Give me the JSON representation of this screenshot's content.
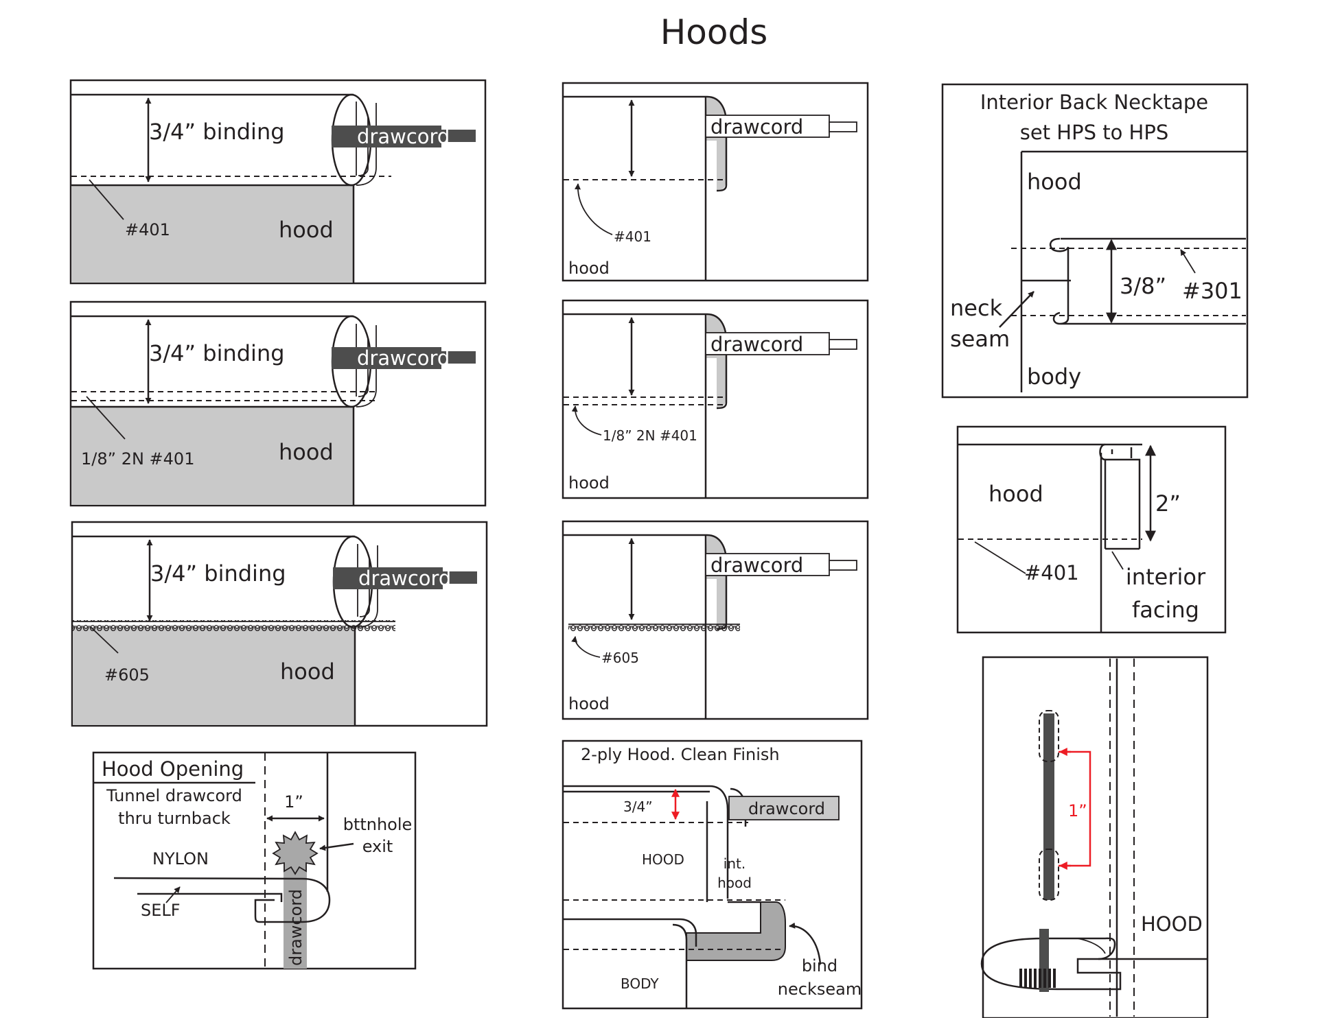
{
  "title": "Hoods",
  "col1": {
    "p1": {
      "binding": "3/4” binding",
      "drawcord": "drawcord",
      "stitch": "#401",
      "hood": "hood"
    },
    "p2": {
      "binding": "3/4” binding",
      "drawcord": "drawcord",
      "stitch": "1/8” 2N #401",
      "hood": "hood"
    },
    "p3": {
      "binding": "3/4” binding",
      "drawcord": "drawcord",
      "stitch": "#605",
      "hood": "hood"
    },
    "p4": {
      "heading": "Hood Opening",
      "sub1": "Tunnel drawcord",
      "sub2": "thru turnback",
      "measure": "1”",
      "bttn1": "bttnhole",
      "bttn2": "exit",
      "nylon": "NYLON",
      "self": "SELF",
      "drawcord": "drawcord"
    }
  },
  "col2": {
    "p1": {
      "drawcord": "drawcord",
      "stitch": "#401",
      "hood": "hood"
    },
    "p2": {
      "drawcord": "drawcord",
      "stitch": "1/8” 2N #401",
      "hood": "hood"
    },
    "p3": {
      "drawcord": "drawcord",
      "stitch": "#605",
      "hood": "hood"
    },
    "p4": {
      "heading": "2-ply Hood. Clean Finish",
      "measure": "3/4”",
      "drawcord": "drawcord",
      "hood": "HOOD",
      "inthood1": "int.",
      "inthood2": "hood",
      "bind1": "bind",
      "bind2": "neckseam",
      "body": "BODY"
    }
  },
  "col3": {
    "p1": {
      "heading1": "Interior Back Necktape",
      "heading2": "set HPS to HPS",
      "hood": "hood",
      "neck": "neck",
      "seam": "seam",
      "measure": "3/8”",
      "stitch": "#301",
      "body": "body"
    },
    "p2": {
      "hood": "hood",
      "measure": "2”",
      "stitch": "#401",
      "interior": "interior",
      "facing": "facing"
    },
    "p3": {
      "measure": "1”",
      "hood": "HOOD"
    }
  }
}
